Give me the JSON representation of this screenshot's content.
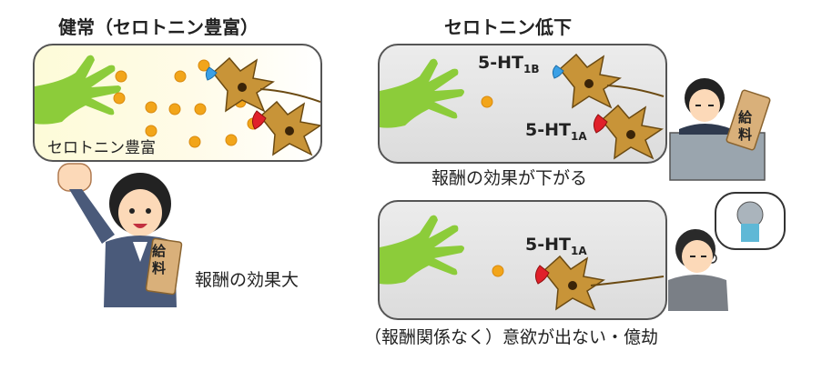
{
  "healthy": {
    "heading": "健常（セロトニン豊富）",
    "panel_label": "セロトニン豊富",
    "effect_caption": "報酬の効果大",
    "paper_badge": "給料"
  },
  "reduced": {
    "heading": "セロトニン低下",
    "receptor_1b": {
      "base": "5-HT",
      "sub": "1B"
    },
    "receptor_1a_top": {
      "base": "5-HT",
      "sub": "1A"
    },
    "receptor_1a_bottom": {
      "base": "5-HT",
      "sub": "1A"
    },
    "top_caption": "報酬の効果が下がる",
    "bottom_caption": "（報酬関係なく）意欲が出ない・億劫",
    "paper_badge": "給料"
  },
  "colors": {
    "hand_green": "#8ccc3a",
    "serotonin_orange": "#f2a51a",
    "neuron_body": "#c89438",
    "receptor_blue": "#3aa0e6",
    "receptor_red": "#e0202a"
  }
}
